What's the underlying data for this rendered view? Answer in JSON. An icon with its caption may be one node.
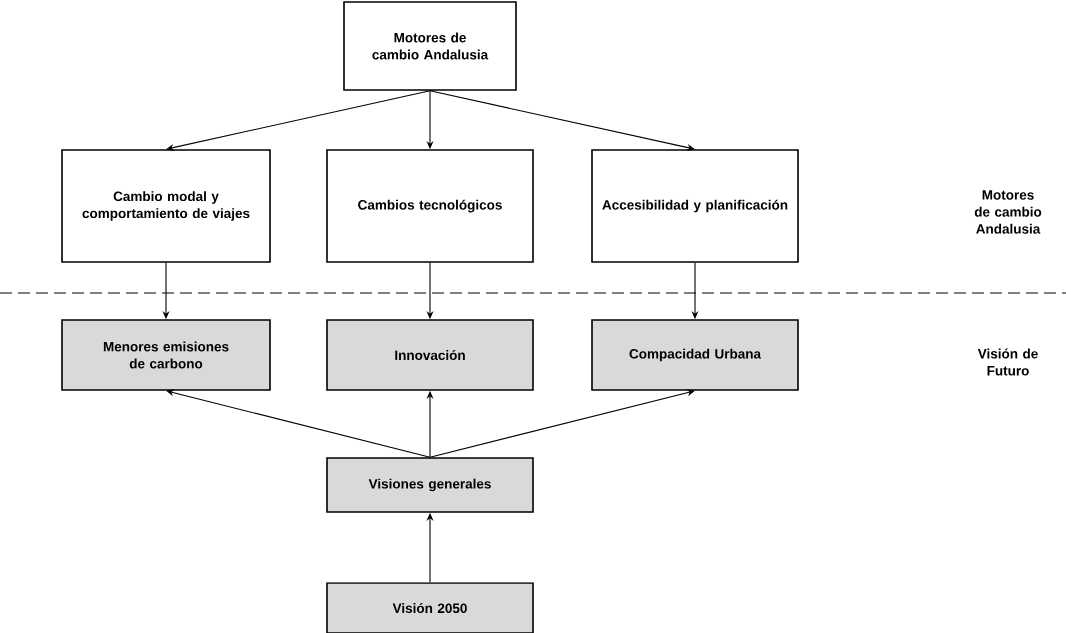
{
  "diagram": {
    "nodes": [
      {
        "text": [
          "Motores de cambio Andalusia"
        ]
      },
      {
        "text": [
          "Cambio modal y comportamiento de viajes"
        ]
      },
      {
        "text": [
          "Cambios tecnológicos"
        ]
      },
      {
        "text": [
          "Accesibilidad y planificación"
        ]
      },
      {
        "text": [
          "Menores emisiones de carbono"
        ]
      },
      {
        "text": [
          "Innovación"
        ]
      },
      {
        "text": [
          "Compacidad Urbana"
        ]
      },
      {
        "text": [
          "Visiones generales"
        ]
      },
      {
        "text": [
          "Visión 2050"
        ]
      }
    ],
    "edges": [
      {
        "from": 0,
        "to": 1,
        "arrow": "to"
      },
      {
        "from": 0,
        "to": 2,
        "arrow": "to"
      },
      {
        "from": 0,
        "to": 3,
        "arrow": "to"
      },
      {
        "from": 1,
        "to": 4,
        "arrow": "to"
      },
      {
        "from": 2,
        "to": 5,
        "arrow": "to"
      },
      {
        "from": 3,
        "to": 6,
        "arrow": "to"
      },
      {
        "from": 7,
        "to": 4,
        "arrow": "to"
      },
      {
        "from": 7,
        "to": 5,
        "arrow": "to"
      },
      {
        "from": 7,
        "to": 6,
        "arrow": "to"
      },
      {
        "from": 8,
        "to": 7,
        "arrow": "to"
      }
    ],
    "labels": [
      "Motores de cambio Andalusia",
      "Visión de Futuro"
    ]
  }
}
